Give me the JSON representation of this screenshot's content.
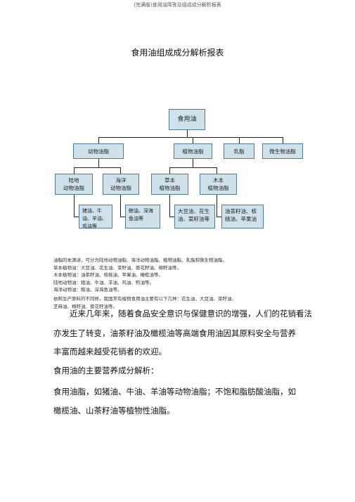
{
  "header": "(完满版)食用油简答及组成成分解析报表",
  "title": "食用油组成成分解析报表",
  "diagram": {
    "root": "食用油",
    "level1": [
      "动物油脂",
      "植物油脂",
      "乳脂",
      "微生物油脂"
    ],
    "level2": [
      "陆地动物油脂",
      "海洋动物油脂",
      "草本植物油脂",
      "木本植物油脂"
    ],
    "level2_lines": [
      [
        "陆地",
        "动物油脂"
      ],
      [
        "海洋",
        "动物油脂"
      ],
      [
        "草本",
        "植物油脂"
      ],
      [
        "木本",
        "植物油脂"
      ]
    ],
    "leaves": [
      "猪油、牛油、羊油、鸡油等",
      "鲸油、深海鱼油等",
      "大豆油、花生油、菜籽油等",
      "油茶籽油、核桃油、苹果油"
    ]
  },
  "notes": [
    "油脂的本源讲，可分为陆地动物油脂、海洋动物油脂、植物油脂、乳脂和微生物油脂。",
    "草本植物油：大豆油、花生油、菜籽油、葵花籽油、棉籽油等。",
    "木本植物油：油茶籽油、核桃油、苹果油、橄榄油等。",
    "陆地动物油：猪油、牛油、羊油、鸡油、鸭油等。",
    "海洋动物油：鲸油、深海鱼油等。",
    "依照生产原料的不同样，我国常有植物食用油主要有以下几种：花生油、大豆油、菜籽油、",
    "芝麻油、棉籽油、葵花籽油等。"
  ],
  "body": [
    "近来几年来，随着食品安全意识与保健意识的增强，人们的花销看法",
    "亦发生了转变，油茶籽油及橄榄油等高端食用油因其原料安全与营养",
    "丰富而越来越受花销者的欢迎。",
    "食用油的主要营养成分解析：",
    "食用油脂，如猪油、牛油、羊油等动物油脂；不饱和脂肪酸油脂，如",
    "橄榄油、山茶籽油等植物性油脂。"
  ]
}
